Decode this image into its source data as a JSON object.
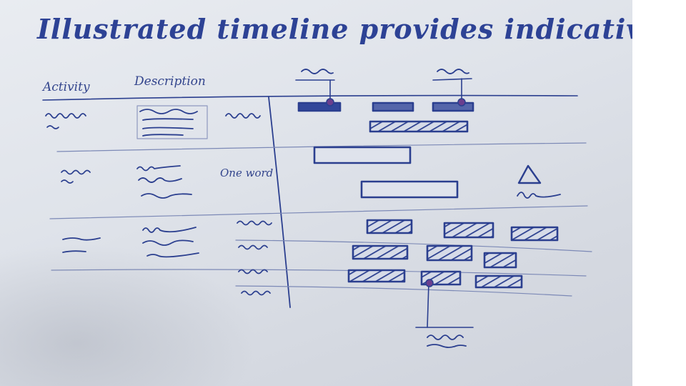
{
  "title": "Illustrated timeline provides indicative plan",
  "table": {
    "columns": [
      "Activity",
      "Description"
    ],
    "row_label": "One word"
  },
  "colors": {
    "ink": "#2b3f8f",
    "board": "#e2e5eb"
  },
  "markers": {
    "milestone_shape": "circle",
    "risk_shape": "triangle"
  }
}
